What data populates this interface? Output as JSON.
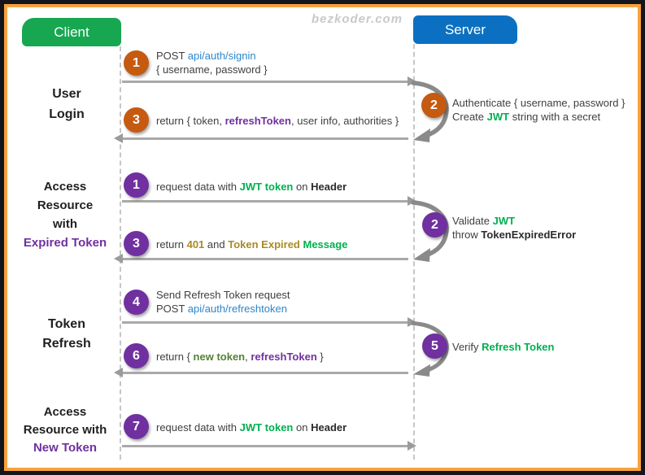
{
  "watermark": "bezkoder.com",
  "actors": {
    "client": "Client",
    "server": "Server"
  },
  "colors": {
    "client_green": "#17a750",
    "server_blue": "#0b70c1",
    "step_orange": "#c55a11",
    "step_purple": "#7030a0",
    "jwt_green": "#00b050",
    "link_blue": "#2e86c9",
    "gold": "#a98a25",
    "new_token_green": "#538135",
    "accent_purple": "#7030a0",
    "frame_orange": "#f7a23c"
  },
  "section_labels": {
    "login": [
      "User",
      "Login"
    ],
    "expired": [
      "Access",
      "Resource",
      "with",
      "Expired Token"
    ],
    "refresh": [
      "Token",
      "Refresh"
    ],
    "newtoken": [
      "Access",
      "Resource with",
      "New Token"
    ]
  },
  "steps": {
    "post_signin": {
      "num": "1",
      "method": "POST",
      "url": "api/auth/signin",
      "body": "{ username, password }"
    },
    "authenticate": {
      "num": "2",
      "line1": "Authenticate { username, password }",
      "line2_pre": "Create",
      "line2_jwt": "JWT",
      "line2_post": "string with a secret"
    },
    "return_token": {
      "num": "3",
      "pre": "return { token,",
      "refresh": "refreshToken",
      "post": ", user info, authorities }"
    },
    "request_expired": {
      "num": "1",
      "pre": "request data with",
      "jwt": "JWT token",
      "mid": "on",
      "header": "Header"
    },
    "validate": {
      "num": "2",
      "line1_pre": "Validate",
      "line1_jwt": "JWT",
      "line2_pre": "throw",
      "line2_err": "TokenExpiredError"
    },
    "return_401": {
      "num": "3",
      "pre": "return",
      "code": "401",
      "mid": "and",
      "expired": "Token Expired",
      "message": "Message"
    },
    "send_refresh": {
      "num": "4",
      "line1": "Send Refresh Token request",
      "method": "POST",
      "url": "api/auth/refreshtoken"
    },
    "verify": {
      "num": "5",
      "pre": "Verify",
      "token": "Refresh Token"
    },
    "return_new": {
      "num": "6",
      "pre": "return {",
      "newtoken": "new token",
      "comma": ",",
      "refresh": "refreshToken",
      "post": "}"
    },
    "request_new": {
      "num": "7",
      "pre": "request data with",
      "jwt": "JWT token",
      "mid": "on",
      "header": "Header"
    }
  }
}
